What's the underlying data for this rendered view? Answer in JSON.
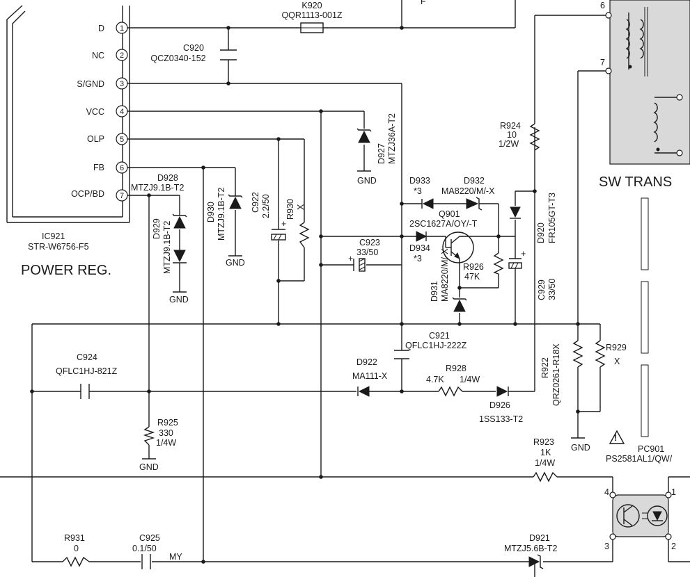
{
  "ic": {
    "ref": "IC921",
    "part": "STR-W6756-F5",
    "title": "POWER REG.",
    "pins": [
      {
        "name": "D",
        "num": "1"
      },
      {
        "name": "NC",
        "num": "2"
      },
      {
        "name": "S/GND",
        "num": "3"
      },
      {
        "name": "VCC",
        "num": "4"
      },
      {
        "name": "OLP",
        "num": "5"
      },
      {
        "name": "FB",
        "num": "6"
      },
      {
        "name": "OCP/BD",
        "num": "7"
      }
    ]
  },
  "components": {
    "k920": {
      "ref": "K920",
      "part": "QQR1113-001Z"
    },
    "c920": {
      "ref": "C920",
      "part": "QCZ0340-152"
    },
    "d927": {
      "ref": "D927",
      "part": "MTZJ36A-T2"
    },
    "r924": {
      "ref": "R924",
      "val1": "10",
      "val2": "1/2W"
    },
    "d933": {
      "ref": "D933",
      "note": "*3"
    },
    "d932": {
      "ref": "D932",
      "part": "MA8220/M/-X"
    },
    "q901": {
      "ref": "Q901",
      "part": "2SC1627A/OY/-T"
    },
    "d934": {
      "ref": "D934",
      "note": "*3"
    },
    "d920": {
      "ref": "D920",
      "part": "FR105GT-T3"
    },
    "c923": {
      "ref": "C923",
      "val": "33/50"
    },
    "r926": {
      "ref": "R926",
      "val": "47K"
    },
    "d931": {
      "ref": "D931",
      "part": "MA8220/M/-X"
    },
    "c929": {
      "ref": "C929",
      "val": "33/50"
    },
    "d928": {
      "ref": "D928",
      "part": "MTZJ9.1B-T2"
    },
    "d929": {
      "ref": "D929",
      "part": "MTZJ9.1B-T2"
    },
    "d930": {
      "ref": "D930",
      "part": "MTZJ9.1B-T2"
    },
    "c922": {
      "ref": "C922",
      "val": "2.2/50"
    },
    "r930": {
      "ref": "R930",
      "val": "X"
    },
    "c921": {
      "ref": "C921",
      "part": "QFLC1HJ-222Z"
    },
    "c924": {
      "ref": "C924",
      "part": "QFLC1HJ-821Z"
    },
    "d922": {
      "ref": "D922",
      "part": "MA111-X"
    },
    "r928": {
      "ref": "R928",
      "val1": "4.7K",
      "val2": "1/4W"
    },
    "d926": {
      "ref": "D926",
      "part": "1SS133-T2"
    },
    "r922": {
      "ref": "R922",
      "part": "QRZ0261-R18X"
    },
    "r929": {
      "ref": "R929",
      "val": "X"
    },
    "r925": {
      "ref": "R925",
      "val1": "330",
      "val2": "1/4W"
    },
    "r923": {
      "ref": "R923",
      "val1": "1K",
      "val2": "1/4W"
    },
    "pc901": {
      "ref": "PC901",
      "part": "PS2581AL1/QW/"
    },
    "r931": {
      "ref": "R931",
      "val": "0"
    },
    "c925": {
      "ref": "C925",
      "val": "0.1/50",
      "net": "MY"
    },
    "d921": {
      "ref": "D921",
      "part": "MTZJ5.6B-T2"
    }
  },
  "transformer": {
    "title": "SW TRANS",
    "pin_a": "6",
    "pin_b": "7"
  },
  "optocoupler_pins": {
    "p4": "4",
    "p3": "3",
    "p1": "1",
    "p2": "2"
  },
  "gnd_label": "GND",
  "plus_sign": "+",
  "fragment_label": "F"
}
